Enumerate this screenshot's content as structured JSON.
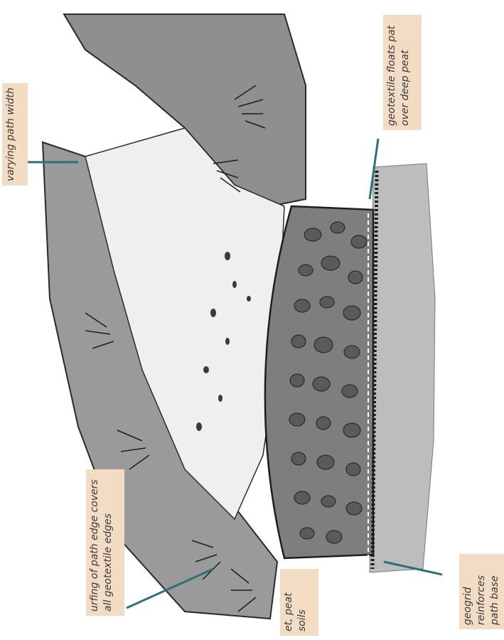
{
  "labels": {
    "path_width": "varying path width",
    "geotextile_floats": [
      "geotextile floats pat",
      "over deep peat"
    ],
    "turfing": [
      "urfing of path edge covers",
      "all geotextile edges"
    ],
    "wet_peat": [
      "et, peat",
      "soils"
    ],
    "geogrid": [
      "geogrid",
      "reinforces",
      "path base"
    ]
  },
  "colors": {
    "label_background": "#f3dcc4",
    "leader_line": "#2f6f76",
    "ink": "#1e1e1e"
  }
}
